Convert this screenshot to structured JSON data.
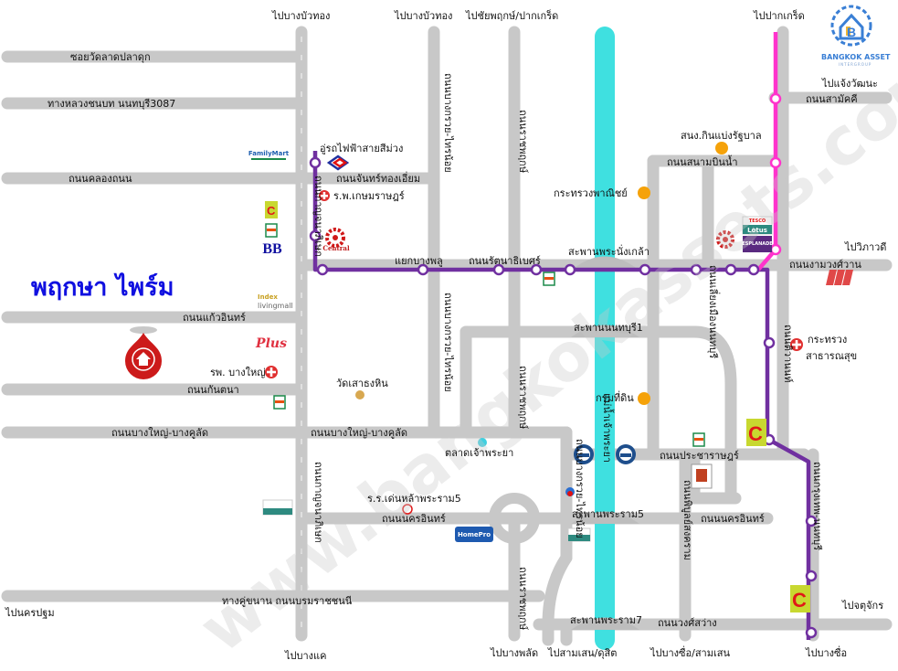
{
  "title": "พฤกษา ไพร์ม",
  "logo": {
    "name": "BANGKOK ASSET",
    "sub": "INTERGROUP"
  },
  "watermark": "www.bangkokassets.com",
  "colors": {
    "road": "#c8c8c8",
    "river": "#3fe0e0",
    "purple_line": "#7030a0",
    "pink_line": "#ff33cc",
    "title": "#1010e0",
    "landmark_dot": "#f5a20a",
    "hospital": "#e03030",
    "pin": "#cc1a1a"
  },
  "destinations": {
    "top": [
      "ไปบางบัวทอง",
      "ไปบางบัวทอง",
      "ไปชัยพฤกษ์/ปากเกร็ด",
      "ไปปากเกร็ด"
    ],
    "right": [
      "ไปแจ้งวัฒนะ",
      "ไปวิภาวดี",
      "ไปจตุจักร"
    ],
    "left": [
      "ไปนครปฐม"
    ],
    "bottom": [
      "ไปบางแค",
      "ไปบางพลัด",
      "ไปสามเสน/ดุสิต",
      "ไปบางซื่อ/สามเสน",
      "ไปบางซื่อ"
    ]
  },
  "roads_horizontal": {
    "soi_wat_lat_pla_duk": "ซอยวัดลาดปลาดุก",
    "highway_3087": "ทางหลวงชนบท นนทบุรี3087",
    "khlong_thanon": "ถนนคลองถนน",
    "chan_thong_iam": "ถนนจันทร์ทองเอี่ยม",
    "kaeo_in": "ถนนแก้วอินทร์",
    "kan_tana": "ถนนกันตนา",
    "bang_yai_bang_khu_lat_1": "ถนนบางใหญ่-บางคูลัด",
    "bang_yai_bang_khu_lat_2": "ถนนบางใหญ่-บางคูลัด",
    "yaek_bang_phlu": "แยกบางพลู",
    "rattanathibet": "ถนนรัตนาธิเบศร์",
    "samakkhi": "ถนนสามัคคี",
    "sanam_bin_nam": "ถนนสนามบินน้ำ",
    "ngam_wong_wan": "ถนนงามวงศ์วาน",
    "pracharat": "ถนนประชาราษฎร์",
    "nakhon_in_1": "ถนนนครอินทร์",
    "nakhon_in_2": "ถนนนครอินทร์",
    "borommaratchachonnani": "ทางคู่ขนาน ถนนบรมราชชนนี",
    "wong_sawang": "ถนนวงศ์สว่าง"
  },
  "roads_vertical": {
    "kanchanaphisek": "ถนนกาญจนาภิเษก",
    "kanchanaphisek_2": "ถนนกาญจนาภิเษก",
    "bang_kruai_sai_noi_1": "ถนนบางกรวย-ไทรน้อย",
    "bang_kruai_sai_noi_2": "ถนนบางกรวย-ไทรน้อย",
    "bang_kruai_sai_noi_3": "ถนนบางกรวย-ไทรน้อย",
    "ratchaphruek_1": "ถนนราชพฤกษ์",
    "ratchaphruek_2": "ถนนราชพฤกษ์",
    "ratchaphruek_3": "ถนนราชพฤกษ์",
    "liang_mueang_nonthaburi": "ถนนเลี่ยงเมืองนนทบุรี",
    "tiwanon": "ถนนติวานนท์",
    "phibun_songkhram": "ถนนพิบูลย์สงคราม",
    "krung_thep_nonthaburi": "ถนนกรุงเทพ-นนทบุรี",
    "chao_phraya_river": "แม่น้ำเจ้าพระยา"
  },
  "bridges": [
    "สะพานพระนั่งเกล้า",
    "สะพานนนทบุรี1",
    "สะพานพระราม5",
    "สะพานพระราม7"
  ],
  "landmarks": {
    "purple_line_depot": "อู่รถไฟฟ้าสายสีม่วง",
    "kasemrad_hospital": "ร.พ.เกษมราษฎร์",
    "commerce_ministry": "กระทรวงพาณิชย์",
    "lottery_office": "สนง.กินแบ่งรัฐบาล",
    "land_department": "กรมที่ดิน",
    "public_health_ministry_1": "กระทรวง",
    "public_health_ministry_2": "สาธารณสุข",
    "bang_yai_hospital": "รพ. บางใหญ่",
    "wat_sao_thong_hin": "วัดเสาธงหิน",
    "chao_phraya_market": "ตลาดเจ้าพระยา",
    "rama5_school": "ร.ร.เด่นหล้าพระราม5"
  },
  "brands": {
    "familymart": "FamilyMart",
    "central": "Central",
    "bb": "BB",
    "index": "Index",
    "livingmall": "livingmall",
    "plus": "Plus",
    "mall": "mall",
    "tesco": "TESCO",
    "lotus": "Lotus",
    "homepro": "HomePro",
    "esplanade": "ESPLANADE",
    "seven": "7"
  }
}
